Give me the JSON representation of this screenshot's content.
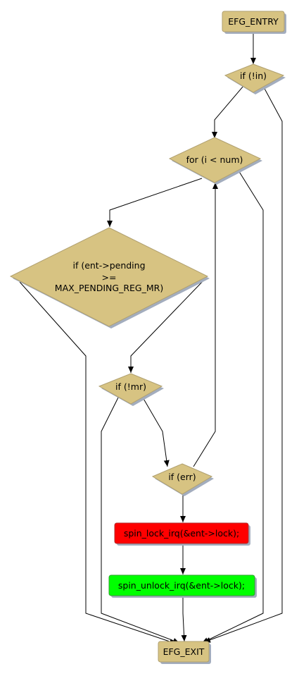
{
  "colors": {
    "decision_fill": "#d7c382",
    "decision_stroke": "#b0a070",
    "terminal_fill": "#d7c382",
    "shadow": "#a3adbe",
    "lock_fill": "#ff0000",
    "unlock_fill": "#00ff00",
    "edge": "#000000"
  },
  "nodes": {
    "entry": {
      "label": "EFG_ENTRY",
      "shape": "rounded-rect"
    },
    "if_in": {
      "label": "if (!in)",
      "shape": "diamond"
    },
    "for_loop": {
      "label": "for (i < num)",
      "shape": "diamond"
    },
    "if_pending": {
      "lines": [
        "if (ent->pending",
        ">=",
        "MAX_PENDING_REG_MR)"
      ],
      "shape": "diamond"
    },
    "if_mr": {
      "label": "if (!mr)",
      "shape": "diamond"
    },
    "if_err": {
      "label": "if (err)",
      "shape": "diamond"
    },
    "spin_lock": {
      "label": "spin_lock_irq(&ent->lock);",
      "shape": "rounded-rect"
    },
    "spin_unlock": {
      "label": "spin_unlock_irq(&ent->lock);",
      "shape": "rounded-rect"
    },
    "exit": {
      "label": "EFG_EXIT",
      "shape": "rounded-rect"
    }
  },
  "edges": [
    {
      "from": "entry",
      "to": "if_in"
    },
    {
      "from": "if_in",
      "to": "for_loop"
    },
    {
      "from": "if_in",
      "to": "exit"
    },
    {
      "from": "for_loop",
      "to": "if_pending"
    },
    {
      "from": "for_loop",
      "to": "exit"
    },
    {
      "from": "if_pending",
      "to": "if_mr"
    },
    {
      "from": "if_pending",
      "to": "exit"
    },
    {
      "from": "if_mr",
      "to": "if_err"
    },
    {
      "from": "if_mr",
      "to": "exit"
    },
    {
      "from": "if_err",
      "to": "for_loop"
    },
    {
      "from": "if_err",
      "to": "spin_lock"
    },
    {
      "from": "spin_lock",
      "to": "spin_unlock"
    },
    {
      "from": "spin_unlock",
      "to": "exit"
    }
  ]
}
